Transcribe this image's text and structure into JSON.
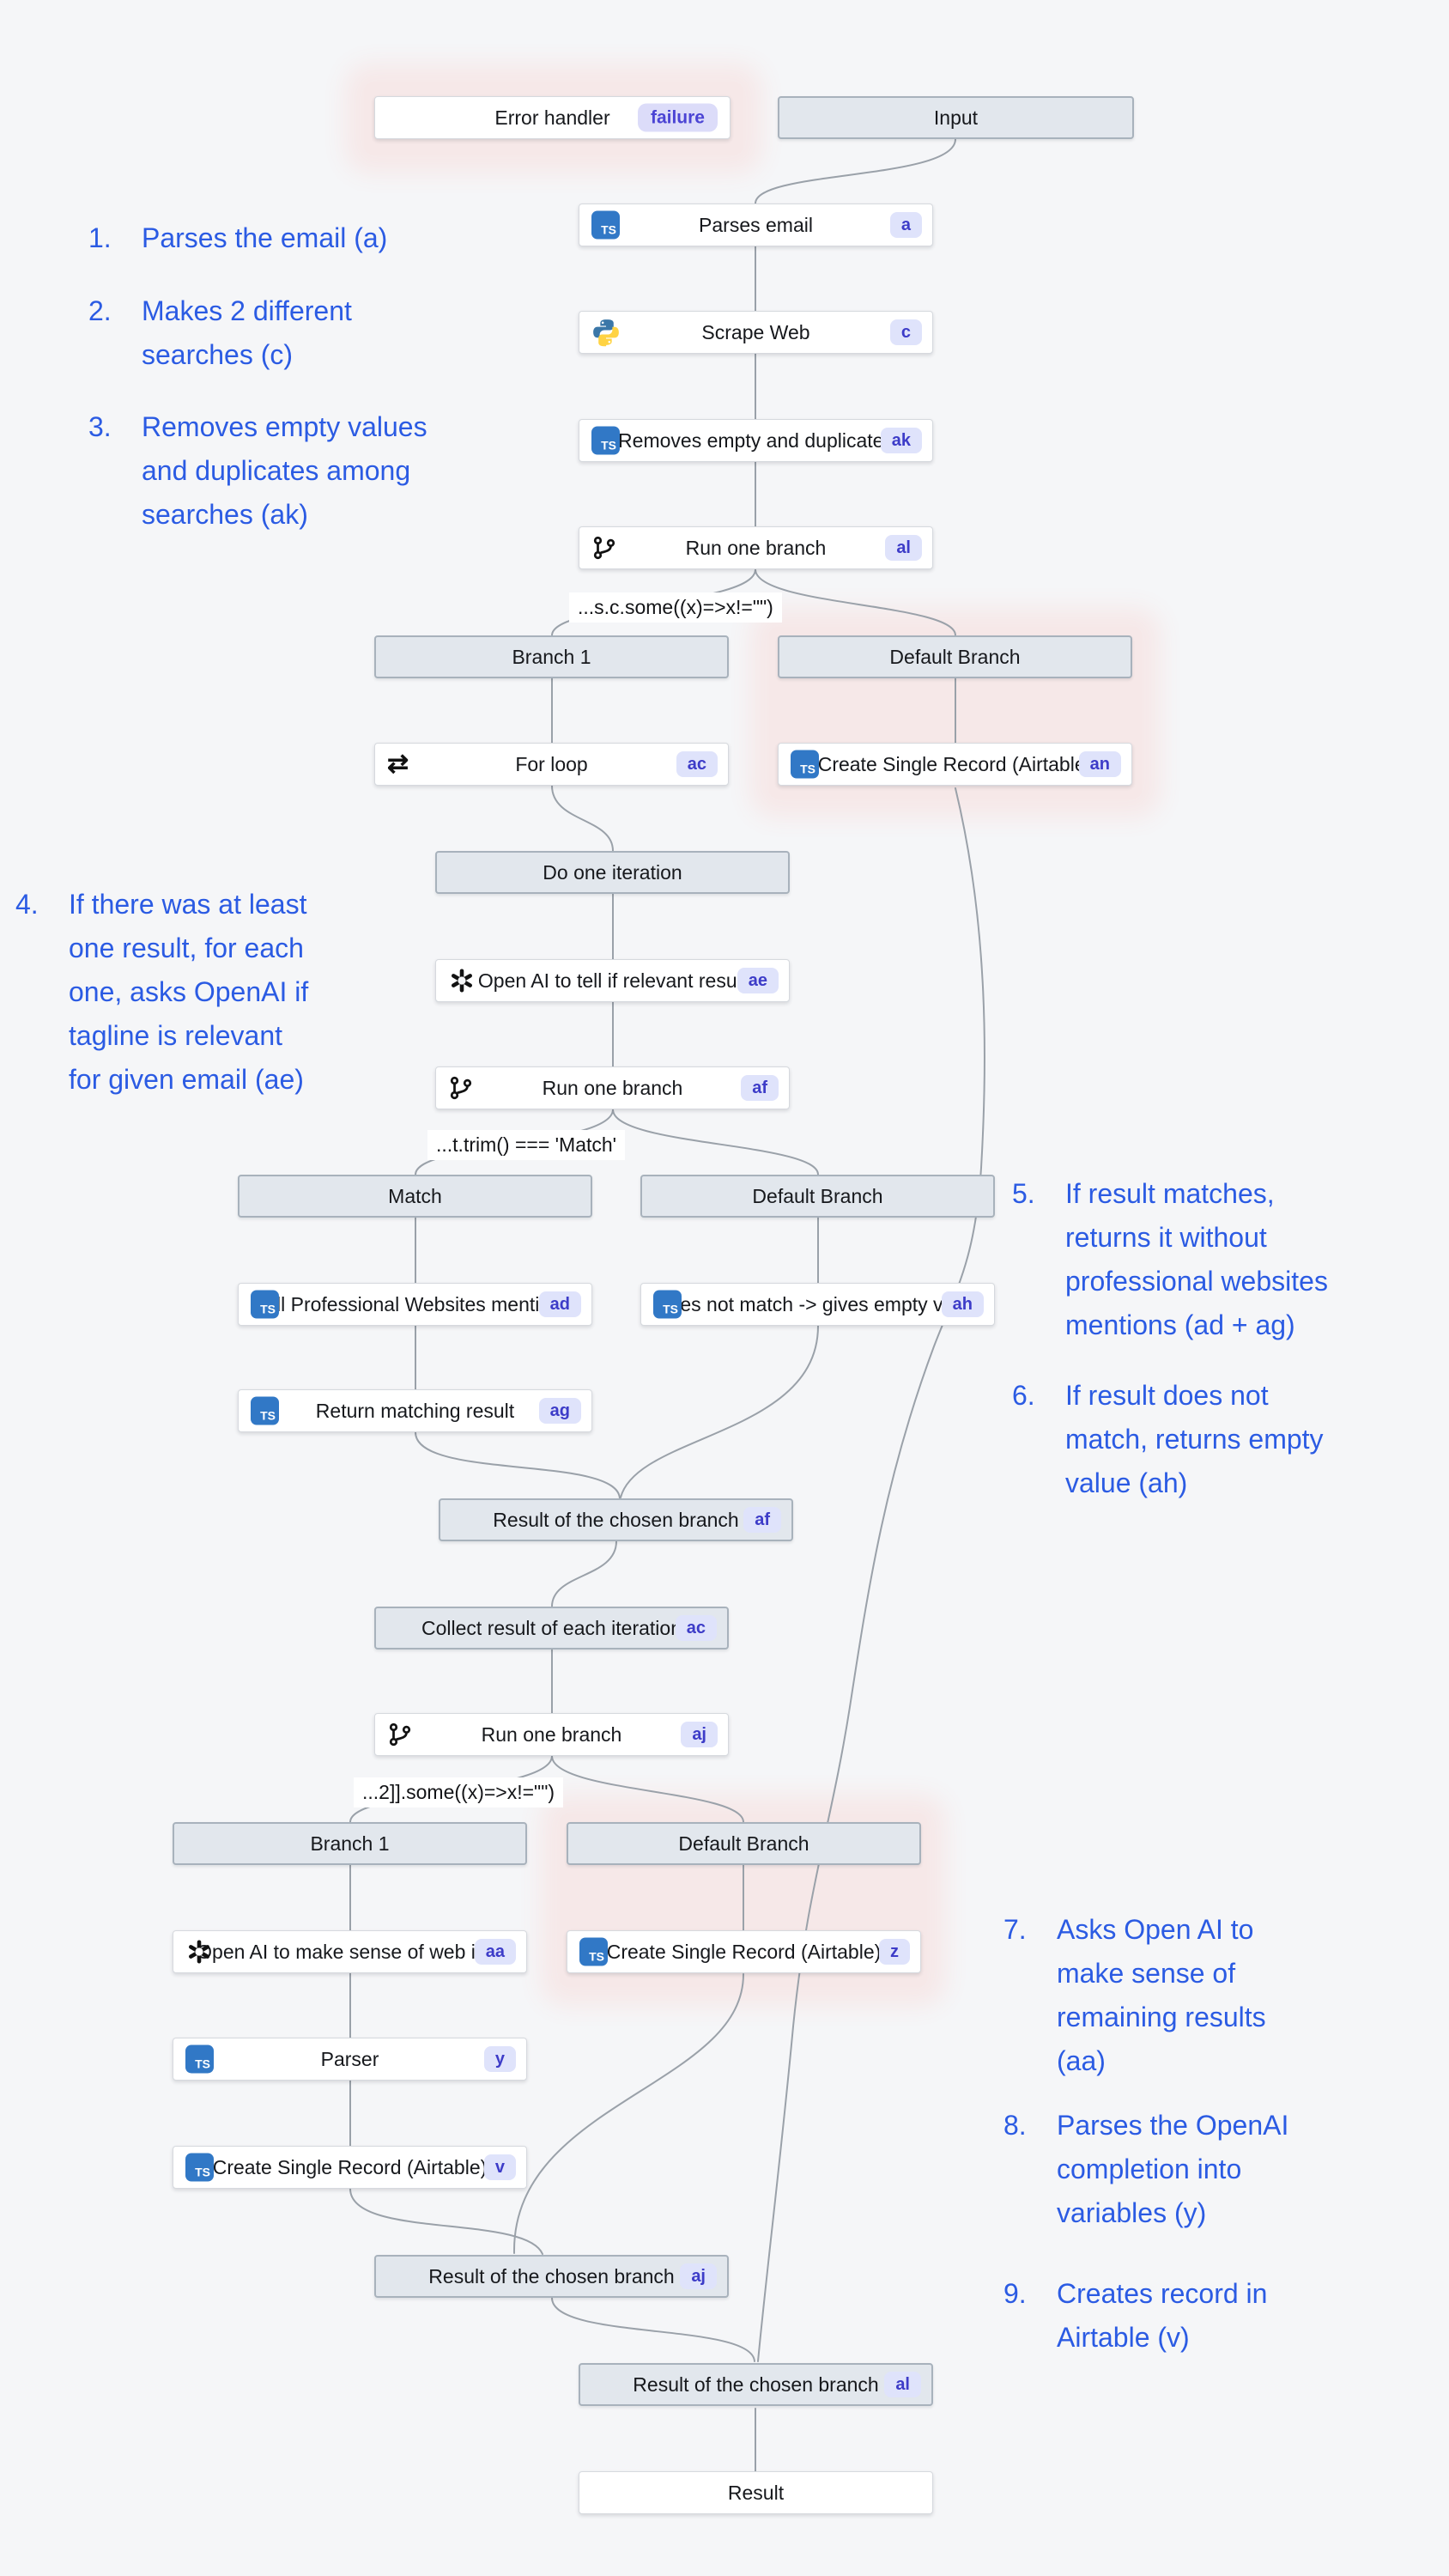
{
  "colors": {
    "background": "#f5f6f8",
    "annotation_blue": "#2b5be3",
    "badge_bg": "#dfe3fb",
    "badge_text": "#3d3cc8",
    "halo_pink": "#f6e8e8",
    "node_gray": "#e2e7ed",
    "ts_blue": "#3178c6",
    "edge_gray": "#9aa1a9"
  },
  "icons": {
    "ts_glyph": "TS",
    "loop_glyph": "⇄"
  },
  "nodes": {
    "error_handler": {
      "label": "Error handler",
      "badge": "failure"
    },
    "input": {
      "label": "Input"
    },
    "parses_email": {
      "label": "Parses email",
      "badge": "a"
    },
    "scrape_web": {
      "label": "Scrape Web",
      "badge": "c"
    },
    "removes_empty": {
      "label": "Removes empty and duplicates",
      "badge": "ak"
    },
    "run_one_branch_al": {
      "label": "Run one branch",
      "badge": "al"
    },
    "branch1_top": {
      "label": "Branch 1"
    },
    "default_branch_top": {
      "label": "Default Branch"
    },
    "for_loop": {
      "label": "For loop",
      "badge": "ac"
    },
    "create_record_an": {
      "label": "Create Single Record (Airtable)",
      "badge": "an"
    },
    "do_one_iteration": {
      "label": "Do one iteration"
    },
    "openai_relevant": {
      "label": "Open AI to tell if relevant result",
      "badge": "ae"
    },
    "run_one_branch_af": {
      "label": "Run one branch",
      "badge": "af"
    },
    "match_header": {
      "label": "Match"
    },
    "default_branch_mid": {
      "label": "Default Branch"
    },
    "kill_mentions": {
      "label": "Kill Professional Websites mentions",
      "badge": "ad"
    },
    "does_not_match": {
      "label": "Does not match -> gives empty value",
      "badge": "ah"
    },
    "return_matching": {
      "label": "Return matching result",
      "badge": "ag"
    },
    "result_chosen_af": {
      "label": "Result of the chosen branch",
      "badge": "af"
    },
    "collect_result": {
      "label": "Collect result of each iteration",
      "badge": "ac"
    },
    "run_one_branch_aj": {
      "label": "Run one branch",
      "badge": "aj"
    },
    "branch1_bottom": {
      "label": "Branch 1"
    },
    "default_branch_bottom": {
      "label": "Default Branch"
    },
    "openai_sense": {
      "label": "Open AI to make sense of web info",
      "badge": "aa"
    },
    "create_record_z": {
      "label": "Create Single Record (Airtable)",
      "badge": "z"
    },
    "parser": {
      "label": "Parser",
      "badge": "y"
    },
    "create_record_v": {
      "label": "Create Single Record (Airtable)",
      "badge": "v"
    },
    "result_chosen_aj": {
      "label": "Result of the chosen branch",
      "badge": "aj"
    },
    "result_chosen_al": {
      "label": "Result of the chosen branch",
      "badge": "al"
    },
    "result": {
      "label": "Result"
    }
  },
  "conditions": {
    "c1": "...s.c.some((x)=>x!=\"\")",
    "c2": "...t.trim() === 'Match'",
    "c3": "...2]].some((x)=>x!=\"\")"
  },
  "annotations": [
    {
      "num": "1.",
      "text": "Parses the email (a)"
    },
    {
      "num": "2.",
      "text": "Makes 2 different\nsearches (c)"
    },
    {
      "num": "3.",
      "text": "Removes empty values\nand duplicates among\nsearches (ak)"
    },
    {
      "num": "4.",
      "text": "If there was at least\none result, for each\none, asks OpenAI if\ntagline is relevant\nfor given email (ae)"
    },
    {
      "num": "5.",
      "text": "If result matches,\nreturns it without\nprofessional websites\nmentions (ad + ag)"
    },
    {
      "num": "6.",
      "text": "If result does not\nmatch, returns empty\nvalue (ah)"
    },
    {
      "num": "7.",
      "text": "Asks Open AI to\nmake sense of\nremaining results\n(aa)"
    },
    {
      "num": "8.",
      "text": "Parses the OpenAI\ncompletion into\nvariables (y)"
    },
    {
      "num": "9.",
      "text": "Creates record in\nAirtable (v)"
    }
  ]
}
